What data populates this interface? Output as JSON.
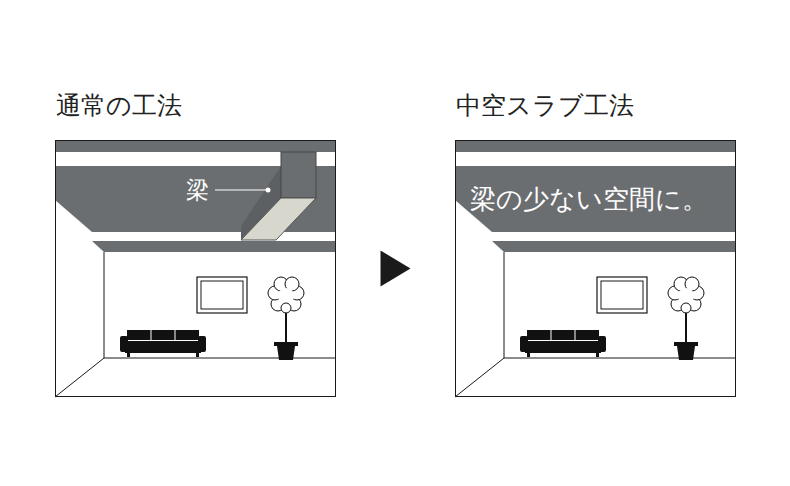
{
  "diagram": {
    "nodes": [
      {
        "text": [
          "通常の工法"
        ]
      },
      {
        "text": [
          "中空スラブ工法"
        ]
      },
      {
        "text": [
          "梁の少ない空間に。"
        ],
        "in": 1
      }
    ],
    "edges": [
      {
        "from": 0,
        "to": 1,
        "arrow": "to"
      }
    ],
    "labels": [
      "梁"
    ]
  }
}
